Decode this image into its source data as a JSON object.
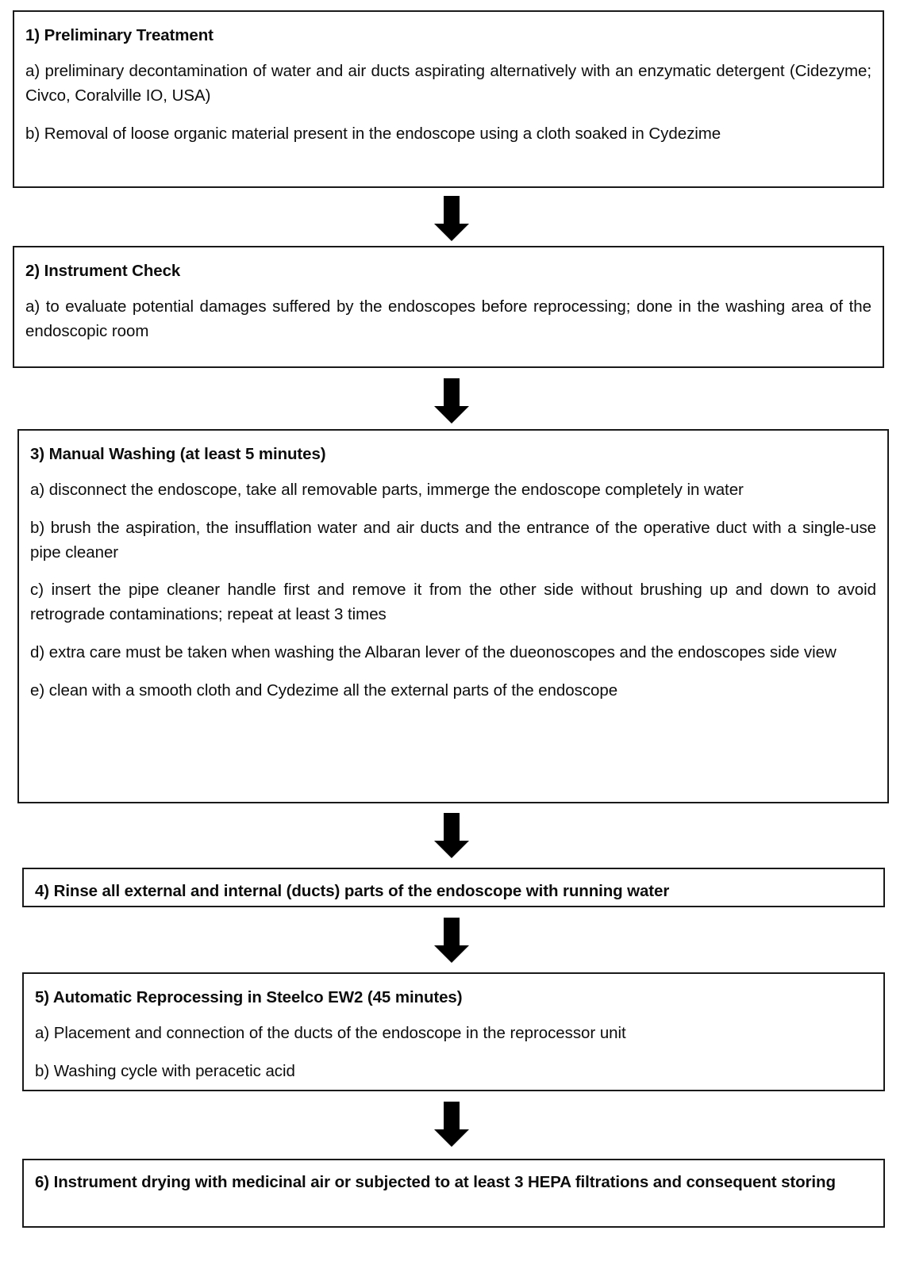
{
  "diagram": {
    "type": "flowchart",
    "orientation": "vertical-top-to-bottom",
    "title": "Endoscope reprocessing protocol flowchart",
    "connector_icon": "down-arrow-icon",
    "colors": {
      "box_border": "#1a1a1a",
      "box_fill": "#ffffff",
      "text": "#0d0d0d",
      "arrow": "#000000"
    },
    "steps": [
      {
        "id": "step-1",
        "number": "1)",
        "title": "1) Preliminary Treatment",
        "lines": [
          "a) preliminary decontamination of water and air ducts aspirating alternatively with an enzymatic detergent (Cidezyme; Civco, Coralville IO, USA)",
          "b) Removal of loose organic material present in the endoscope using a cloth soaked in Cydezime"
        ]
      },
      {
        "id": "step-2",
        "number": "2)",
        "title": "2) Instrument Check",
        "lines": [
          "a) to evaluate potential damages suffered by the endoscopes before reprocessing; done in the washing area of the endoscopic room"
        ]
      },
      {
        "id": "step-3",
        "number": "3)",
        "title": "3) Manual Washing (at least 5 minutes)",
        "lines": [
          "a) disconnect the endoscope, take all removable parts, immerge the endoscope completely in water",
          "b) brush the aspiration, the insufflation water and air ducts and the entrance of the operative duct with a single-use pipe cleaner",
          "c) insert the pipe cleaner handle first and remove it from the other side without brushing up and down to avoid retrograde contaminations; repeat at least 3 times",
          "d) extra care must be taken when washing the Albaran lever of the dueonoscopes and the endoscopes side view",
          "e) clean with a smooth cloth and Cydezime all the external parts of the endoscope"
        ]
      },
      {
        "id": "step-4",
        "number": "4)",
        "title": "4) Rinse all external and internal (ducts) parts of the endoscope with running water",
        "lines": []
      },
      {
        "id": "step-5",
        "number": "5)",
        "title": "5) Automatic Reprocessing in Steelco EW2 (45 minutes)",
        "lines": [
          "a) Placement and connection of the ducts of the endoscope in the reprocessor unit",
          "b) Washing cycle with peracetic acid"
        ]
      },
      {
        "id": "step-6",
        "number": "6)",
        "title": "6) Instrument drying with medicinal air or subjected to at least 3 HEPA filtrations and consequent storing",
        "lines": []
      }
    ]
  }
}
